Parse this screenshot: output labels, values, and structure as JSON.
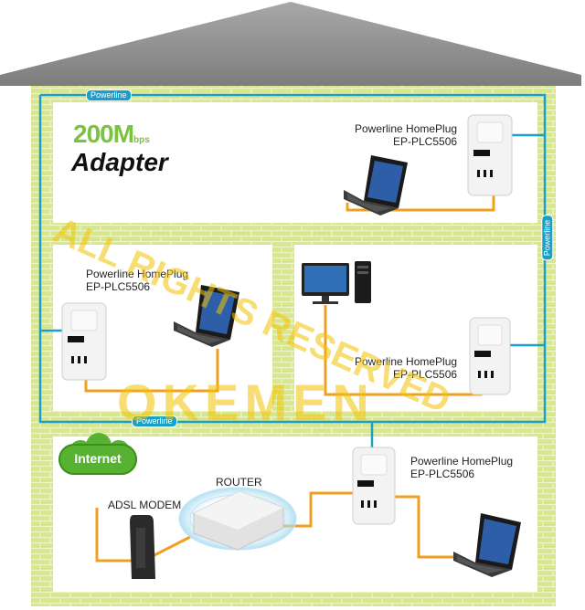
{
  "brand": {
    "speed_number": "200M",
    "speed_unit": "bps",
    "product_word": "Adapter"
  },
  "labels": {
    "powerline_tag_top": "Powerline",
    "powerline_tag_mid": "Powerline",
    "powerline_tag_right": "Powerline",
    "adapter_line1": "Powerline HomePlug",
    "adapter_line2": "EP-PLC5506",
    "router": "ROUTER",
    "modem": "ADSL MODEM",
    "internet": "Internet"
  },
  "watermark": {
    "text_top": "ALL RIGHTS RESERVED",
    "text_bottom": "OKEMEN"
  },
  "colors": {
    "roof": "#8d8d8d",
    "wall": "#d6e58a",
    "room": "#ffffff",
    "powerline": "#1aa0c8",
    "ethernet": "#f0a020",
    "internet": "#56b230"
  },
  "icons": [
    "laptop-icon",
    "desktop-computer-icon",
    "powerline-adapter-icon",
    "router-icon",
    "modem-icon",
    "cloud-icon"
  ]
}
